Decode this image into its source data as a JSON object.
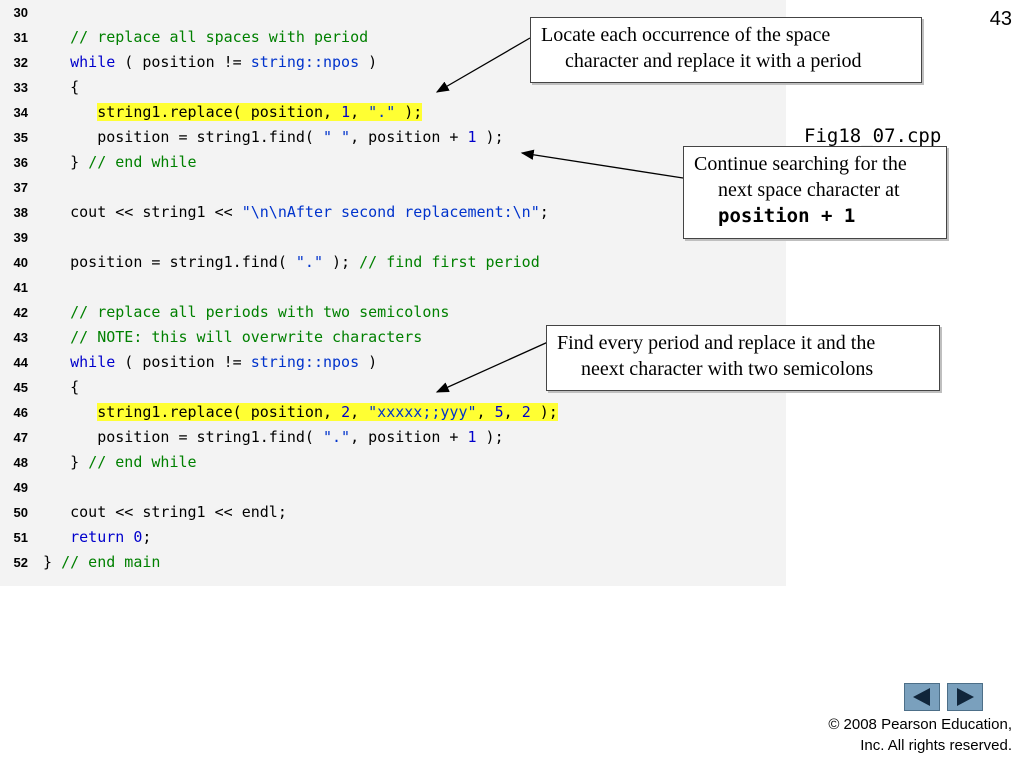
{
  "slide_number": "43",
  "figure_label": "Fig18_07.cpp",
  "code_lines": [
    {
      "num": "30",
      "text": ""
    },
    {
      "num": "31",
      "text": "    // replace all spaces with period"
    },
    {
      "num": "32",
      "text": "    while ( position != string::npos )"
    },
    {
      "num": "33",
      "text": "    {"
    },
    {
      "num": "34",
      "text": "       string1.replace( position, 1, \".\" );"
    },
    {
      "num": "35",
      "text": "       position = string1.find( \" \", position + 1 );"
    },
    {
      "num": "36",
      "text": "    } // end while"
    },
    {
      "num": "37",
      "text": ""
    },
    {
      "num": "38",
      "text": "    cout << string1 << \"\\n\\nAfter second replacement:\\n\";"
    },
    {
      "num": "39",
      "text": ""
    },
    {
      "num": "40",
      "text": "    position = string1.find( \".\" ); // find first period"
    },
    {
      "num": "41",
      "text": ""
    },
    {
      "num": "42",
      "text": "    // replace all periods with two semicolons"
    },
    {
      "num": "43",
      "text": "    // NOTE: this will overwrite characters"
    },
    {
      "num": "44",
      "text": "    while ( position != string::npos )"
    },
    {
      "num": "45",
      "text": "    {"
    },
    {
      "num": "46",
      "text": "       string1.replace( position, 2, \"xxxxx;;yyy\", 5, 2 );"
    },
    {
      "num": "47",
      "text": "       position = string1.find( \".\", position + 1 );"
    },
    {
      "num": "48",
      "text": "    } // end while"
    },
    {
      "num": "49",
      "text": ""
    },
    {
      "num": "50",
      "text": "    cout << string1 << endl;"
    },
    {
      "num": "51",
      "text": "    return 0;"
    },
    {
      "num": "52",
      "text": " } // end main"
    }
  ],
  "callouts": {
    "c1": {
      "line1": "Locate each occurrence of the space",
      "line2": "character and replace it with a period"
    },
    "c2": {
      "line1": "Continue searching for the",
      "line2": "next space character at",
      "line3": "position + 1"
    },
    "c3": {
      "line1": "Find every period and replace it and the",
      "line2": "neext character with two semicolons"
    }
  },
  "nav": {
    "prev_icon": "left-arrow-icon",
    "next_icon": "right-arrow-icon"
  },
  "copyright": {
    "line1": "© 2008 Pearson Education,",
    "line2": "Inc.  All rights reserved."
  },
  "colors": {
    "keyword": "#0000cc",
    "comment": "#008000",
    "string": "#0033cc",
    "highlight": "#ffff33",
    "nav_button": "#7aa0bd"
  }
}
